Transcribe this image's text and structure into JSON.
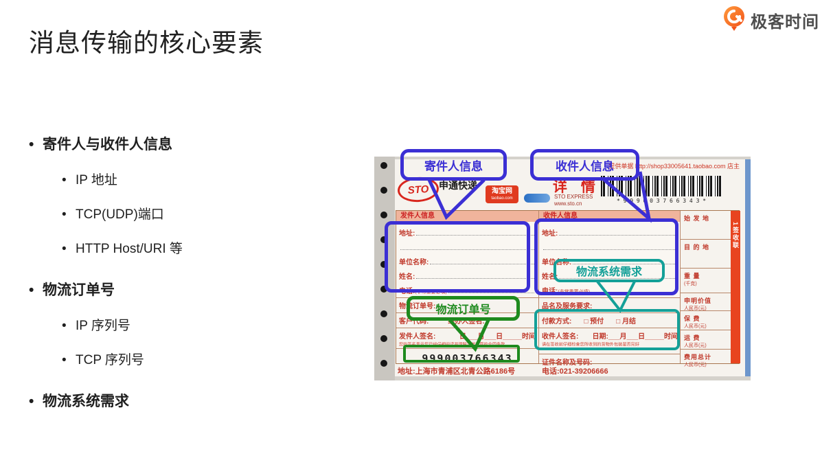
{
  "slide": {
    "title": "消息传输的核心要素",
    "brand": "极客时间",
    "bullet_char": "•",
    "bullets": {
      "item1": {
        "label": "寄件人与收件人信息",
        "children": [
          "IP 地址",
          "TCP(UDP)端口",
          "HTTP Host/URI 等"
        ]
      },
      "item2": {
        "label": "物流订单号",
        "children": [
          "IP 序列号",
          "TCP 序列号"
        ]
      },
      "item3": {
        "label": "物流系统需求"
      }
    }
  },
  "callouts": {
    "sender": "寄件人信息",
    "recipient": "收件人信息",
    "order": "物流订单号",
    "system": "物流系统需求"
  },
  "waybill": {
    "shop_note": "提供单据 http://shop33005641.taobao.com 店主",
    "sto": "STO",
    "brand": "申通快递",
    "taobao": "淘宝网",
    "taobao_sub": "taobao.com",
    "doc_title": "详 情 单",
    "express": "STO EXPRESS",
    "website": "www.sto.cn",
    "barcode_text": "* 9 9 9 0 0 3 7 6 6 3 4 3 *",
    "sender_title": "发件人信息",
    "recipient_title": "收件人信息",
    "fields": {
      "address": "地址:",
      "company": "单位名称:",
      "name": "姓名:",
      "phone": "电话:",
      "phone_note": "(非常重要必填)"
    },
    "left": {
      "order": "物流订单号:",
      "customer": "客户代码:",
      "operator": "经办人签名:",
      "sign": "发件人签名:",
      "date": "日___月___日_____时间",
      "fine_print": "您的签名表示您已经仔细阅读并理解本单背面的合同条款。",
      "number": "999003766343",
      "address_line": "地址:上海市青浦区北青公路6186号"
    },
    "right": {
      "goods": "品名及服务要求:",
      "payment": "付款方式:",
      "prepay": "□ 预付",
      "monthly": "□ 月结",
      "sign": "收件人签名:",
      "date": "日期:___月___日_____时间",
      "note": "请在签收前仔细检查您所收到的货物外包装是否完好",
      "id": "证件名称及号码:",
      "phone_line": "电话:021-39206666"
    },
    "fees": [
      {
        "label": "始 发 地",
        "sub": ""
      },
      {
        "label": "目 的 地",
        "sub": ""
      },
      {
        "label": "重  量",
        "sub": "(千克)"
      },
      {
        "label": "申明价值",
        "sub": "人民币(元)"
      },
      {
        "label": "保  费",
        "sub": "人民币(元)"
      },
      {
        "label": "运  费",
        "sub": "人民币(元)"
      },
      {
        "label": "费用总计",
        "sub": "人民币(元)"
      }
    ],
    "strip": "1签收联"
  },
  "colors": {
    "blue": "#3b2fd4",
    "green": "#1e8a1e",
    "teal": "#14a098",
    "orange": "#e8441f"
  }
}
